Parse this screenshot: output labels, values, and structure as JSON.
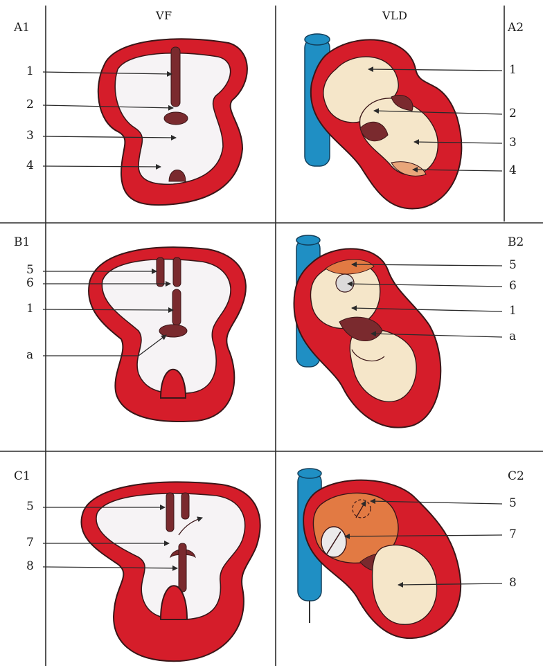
{
  "headers": {
    "left": "VF",
    "right": "VLD"
  },
  "panels": {
    "A1": {
      "id": "A1",
      "labels": [
        "1",
        "2",
        "3",
        "4"
      ]
    },
    "A2": {
      "id": "A2",
      "labels": [
        "1",
        "2",
        "3",
        "4"
      ]
    },
    "B1": {
      "id": "B1",
      "labels": [
        "5",
        "6",
        "1",
        "a"
      ]
    },
    "B2": {
      "id": "B2",
      "labels": [
        "5",
        "6",
        "1",
        "a"
      ]
    },
    "C1": {
      "id": "C1",
      "labels": [
        "5",
        "7",
        "8"
      ]
    },
    "C2": {
      "id": "C2",
      "labels": [
        "5",
        "7",
        "8"
      ]
    }
  },
  "colors": {
    "myocardium": "#d51d2a",
    "cavity": "#f6f3f5",
    "septum": "#7a2a2e",
    "chamber_cream": "#f5e6c9",
    "chamber_orange": "#e27a43",
    "vessel": "#1f8fc4",
    "ink": "#2a2a2a"
  }
}
